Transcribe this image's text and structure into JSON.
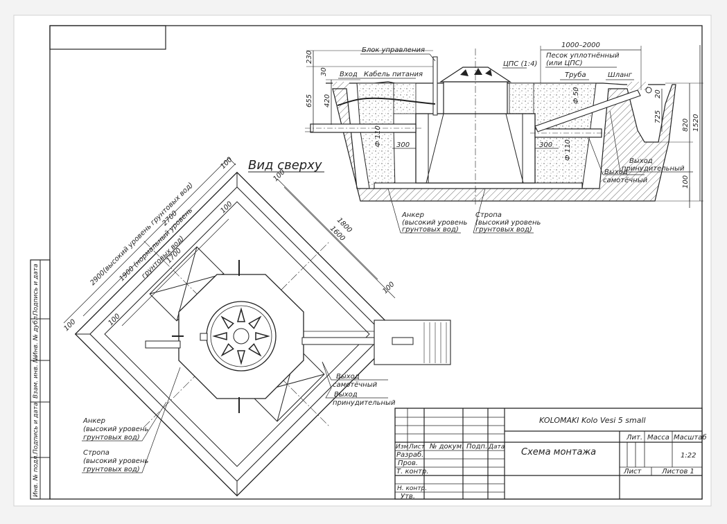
{
  "colors": {
    "paper": "#ffffff",
    "ink": "#222222",
    "background": "#f3f3f3",
    "gravel": "#d7d7d7"
  },
  "top_view": {
    "title": "Вид сверху"
  },
  "section_labels": {
    "control_unit": "Блок управления",
    "inlet": "Вход",
    "power_cable": "Кабель питания",
    "cps": "ЦПС (1:4)",
    "sand_line1": "Песок уплотнённый",
    "sand_line2": "(или ЦПС)",
    "pipe": "Труба",
    "hose": "Шланг",
    "forced_outlet_line1": "Выход",
    "forced_outlet_line2": "принудительный",
    "gravity_outlet_line1": "Выход",
    "gravity_outlet_line2": "самотёчный",
    "anchor_line1": "Анкер",
    "anchor_line2": "(высокий уровень",
    "anchor_line3": "грунтовых вод)",
    "sling_line1": "Стропа",
    "sling_line2": "(высокий уровень",
    "sling_line3": "грунтовых вод)"
  },
  "section_dims": {
    "d230": "230",
    "d30": "30",
    "d655": "655",
    "d420": "420",
    "d1000_2000": "1000–2000",
    "d725": "725",
    "d20": "20",
    "d820": "820",
    "d1520": "1520",
    "d100_bottom": "100",
    "phi110_left": "Ф 110",
    "phi110_right": "Ф 110",
    "phi50": "Ф 50",
    "d300_left": "300",
    "d300_right": "300"
  },
  "plan_dims": {
    "d2900": "2900(высокий уровень грунтовых вод)",
    "d2700": "2700",
    "d1900_line1": "1900 (нормальный уровень",
    "d1900_line2": "грунтовых вод)",
    "d1700": "1700",
    "d1800": "1800",
    "d1600": "1600",
    "d100_a": "100",
    "d100_b": "100",
    "d100_c": "100",
    "d100_d": "100",
    "d100_e": "100",
    "d100_f": "100"
  },
  "plan_labels": {
    "gravity_outlet_line1": "Выход",
    "gravity_outlet_line2": "самотёчный",
    "forced_outlet_line1": "Выход",
    "forced_outlet_line2": "принудительный",
    "anchor_line1": "Анкер",
    "anchor_line2": "(высокий уровень",
    "anchor_line3": "грунтовых вод)",
    "sling_line1": "Стропа",
    "sling_line2": "(высокий уровень",
    "sling_line3": "грунтовых вод)"
  },
  "side_stamp": {
    "cells": [
      "Подпись и дата",
      "Инв. № дубл.",
      "Взам. инв. №",
      "Подпись и дата",
      "Инв. № подл."
    ]
  },
  "title_block": {
    "product": "KOLOMAKI Kolo Vesi 5 small",
    "drawing_title": "Схема монтажа",
    "col_izm": "Изм.",
    "col_list": "Лист",
    "col_docnum": "№ докум.",
    "col_sign": "Подп.",
    "col_date": "Дата",
    "razrab": "Разраб.",
    "prov": "Пров.",
    "tkontr": "Т. контр.",
    "nkontr": "Н. контр.",
    "utv": "Утв.",
    "lit": "Лит.",
    "massa": "Масса",
    "masshtab": "Масштаб",
    "scale": "1:22",
    "sheet_label": "Лист",
    "sheets_label": "Листов 1"
  }
}
